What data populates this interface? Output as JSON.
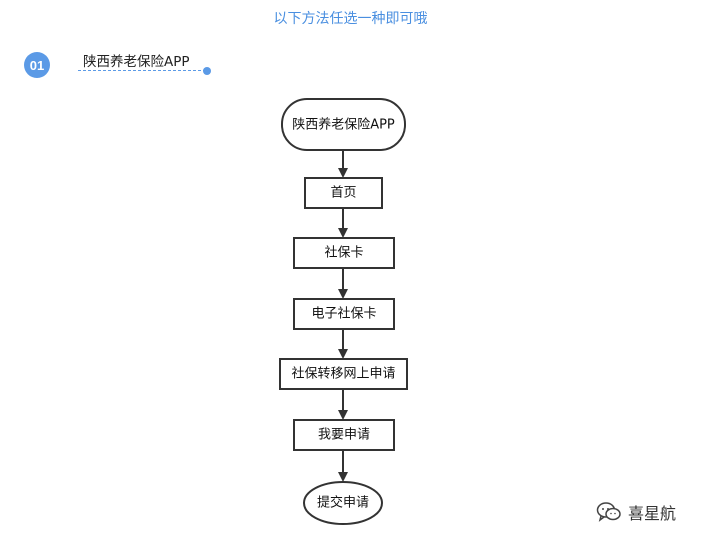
{
  "header": {
    "title": "以下方法任选一种即可哦"
  },
  "step": {
    "number": "01",
    "label": "陕西养老保险APP"
  },
  "flowchart": {
    "nodes": [
      {
        "id": "start",
        "text": "陕西养老保险APP",
        "shape": "rounded"
      },
      {
        "id": "home",
        "text": "首页",
        "shape": "rect"
      },
      {
        "id": "social-card",
        "text": "社保卡",
        "shape": "rect"
      },
      {
        "id": "e-social-card",
        "text": "电子社保卡",
        "shape": "rect"
      },
      {
        "id": "transfer-online",
        "text": "社保转移网上申请",
        "shape": "rect"
      },
      {
        "id": "apply",
        "text": "我要申请",
        "shape": "rect"
      },
      {
        "id": "submit",
        "text": "提交申请",
        "shape": "ellipse"
      }
    ]
  },
  "watermark": {
    "text": "喜星航",
    "icon": "wechat-icon"
  }
}
